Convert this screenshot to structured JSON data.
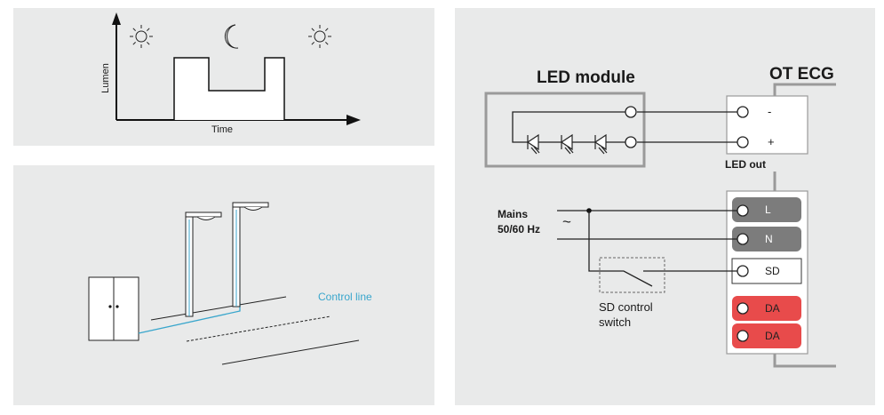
{
  "graph_panel": {
    "y_axis_label": "Lumen",
    "x_axis_label": "Time",
    "icons": [
      "sun-icon",
      "crescent-moon-icon",
      "sun-icon"
    ]
  },
  "street_panel": {
    "control_line_label": "Control line",
    "control_line_color": "#39a6cc"
  },
  "wiring_panel": {
    "led_module_title": "LED module",
    "ecg_title": "OT ECG",
    "led_out_label": "LED out",
    "minus_sign": "-",
    "plus_sign": "+",
    "mains_line1": "Mains",
    "mains_line2": "50/60 Hz",
    "tilde": "~",
    "switch_label_line1": "SD control",
    "switch_label_line2": "switch",
    "terminals": [
      {
        "label": "L",
        "style": "dark"
      },
      {
        "label": "N",
        "style": "dark"
      },
      {
        "label": "SD",
        "style": "light"
      },
      {
        "label": "DA",
        "style": "red"
      },
      {
        "label": "DA",
        "style": "red"
      }
    ]
  },
  "colors": {
    "panel_bg": "#e9eaea",
    "terminal_dark": "#7c7c7c",
    "terminal_red": "#e84b4b",
    "frame_gray": "#9a9a9a"
  }
}
